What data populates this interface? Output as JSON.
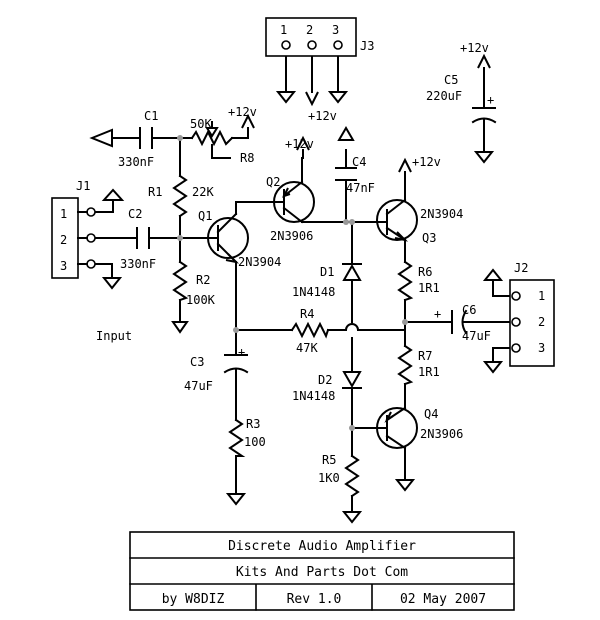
{
  "labels": {
    "c1": "C1",
    "c1_val": "330nF",
    "r8_val": "50K",
    "r8": "R8",
    "vcc_r8": "+12v",
    "r1": "R1",
    "r1_val": "22K",
    "c2": "C2",
    "c2_val": "330nF",
    "j1": "J1",
    "j1_pin1": "1",
    "j1_pin2": "2",
    "j1_pin3": "3",
    "q1": "Q1",
    "q1_part": "2N3904",
    "r2": "R2",
    "r2_val": "100K",
    "input": "Input",
    "q2": "Q2",
    "q2_part": "2N3906",
    "vcc_q2": "+12v",
    "c4": "C4",
    "c4_val": "47nF",
    "q3": "Q3",
    "q3_part": "2N3904",
    "vcc_q3": "+12v",
    "j3": "J3",
    "j3_pin1": "1",
    "j3_pin2": "2",
    "j3_pin3": "3",
    "vcc_c5": "+12v",
    "c5": "C5",
    "c5_val": "220uF",
    "c5_plus": "+",
    "d1": "D1",
    "d1_part": "1N4148",
    "r4": "R4",
    "r4_val": "47K",
    "r6": "R6",
    "r6_val": "1R1",
    "c6": "C6",
    "c6_val": "47uF",
    "c6_plus": "+",
    "j2": "J2",
    "j2_pin1": "1",
    "j2_pin2": "2",
    "j2_pin3": "3",
    "c3": "C3",
    "c3_val": "47uF",
    "c3_plus": "+",
    "d2": "D2",
    "d2_part": "1N4148",
    "r7": "R7",
    "r7_val": "1R1",
    "q4": "Q4",
    "q4_part": "2N3906",
    "r3": "R3",
    "r3_val": "100",
    "r5": "R5",
    "r5_val": "1K0"
  },
  "title_block": {
    "title": "Discrete Audio Amplifier",
    "subtitle": "Kits And Parts Dot Com",
    "author": "by W8DIZ",
    "revision": "Rev 1.0",
    "date": "02 May 2007"
  }
}
